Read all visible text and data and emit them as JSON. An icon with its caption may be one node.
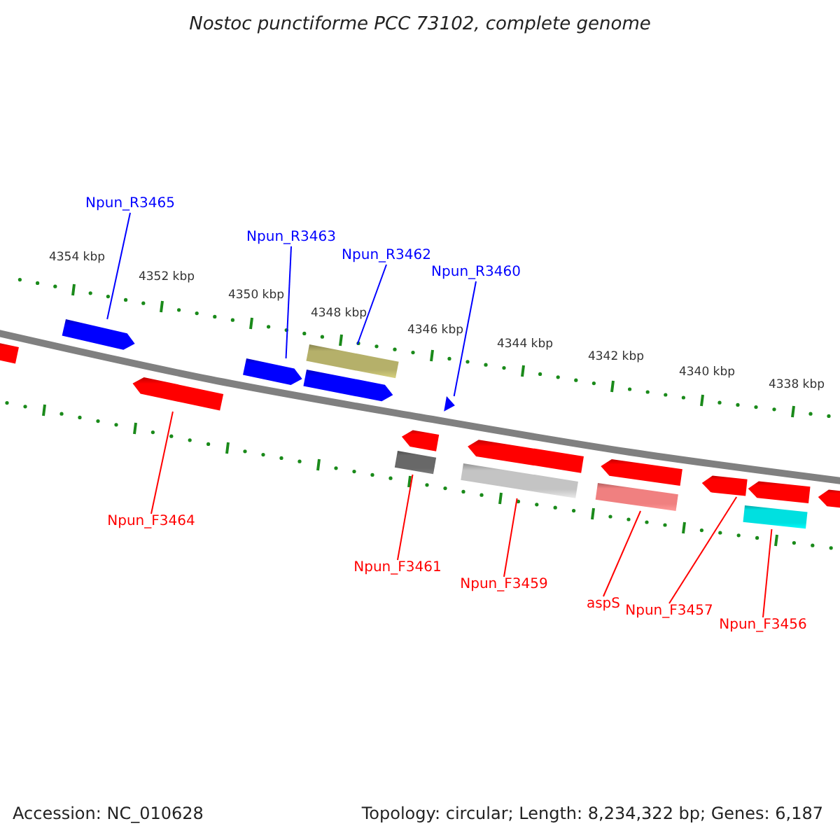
{
  "diagram": {
    "title": "Nostoc punctiforme PCC 73102, complete genome",
    "nodes": [
      {
        "text": [
          "Npun_R3465"
        ]
      },
      {
        "text": [
          "Npun_R3463"
        ]
      },
      {
        "text": [
          "Npun_R3462"
        ]
      },
      {
        "text": [
          "Npun_R3460"
        ]
      },
      {
        "text": [],
        "shape": "arrow"
      },
      {
        "text": [],
        "shape": "arrow"
      },
      {
        "text": [],
        "shape": "arrow"
      },
      {
        "text": [],
        "shape": "arrow"
      },
      {
        "text": [],
        "shape": "arrow"
      },
      {
        "text": [],
        "shape": "arrow"
      },
      {
        "text": [],
        "shape": "arrow"
      },
      {
        "text": [],
        "shape": "arrow"
      },
      {
        "text": [],
        "shape": "arrow"
      },
      {
        "text": [],
        "shape": "arrow"
      },
      {
        "text": [],
        "shape": "arrow"
      },
      {
        "text": [],
        "shape": "arrow"
      },
      {
        "text": [
          "Npun_F3464"
        ]
      },
      {
        "text": [
          "Npun_F3461"
        ]
      },
      {
        "text": [
          "Npun_F3459"
        ]
      },
      {
        "text": [
          "aspS"
        ]
      },
      {
        "text": [
          "Npun_F3457"
        ]
      },
      {
        "text": [
          "Npun_F3456"
        ]
      }
    ],
    "edges": [
      {
        "from": 0,
        "to": 5,
        "arrow": "none",
        "color": "#0000ff"
      },
      {
        "from": 1,
        "to": 7,
        "arrow": "none",
        "color": "#0000ff"
      },
      {
        "from": 2,
        "to": 8,
        "arrow": "none",
        "color": "#0000ff"
      },
      {
        "from": 3,
        "to": 10,
        "arrow": "none",
        "color": "#0000ff"
      },
      {
        "from": 16,
        "to": 6,
        "arrow": "none"
      },
      {
        "from": 17,
        "to": 9,
        "arrow": "none"
      },
      {
        "from": 18,
        "to": 11,
        "arrow": "none"
      },
      {
        "from": 19,
        "to": 12,
        "arrow": "none"
      },
      {
        "from": 20,
        "to": 13,
        "arrow": "none"
      },
      {
        "from": 21,
        "to": 14,
        "arrow": "none"
      }
    ],
    "labels": [
      "4354 kbp",
      "4352 kbp",
      "4350 kbp",
      "4348 kbp",
      "4346 kbp",
      "4344 kbp",
      "4342 kbp",
      "4340 kbp",
      "4338 kbp",
      "Accession: NC_010628",
      "Topology: circular; Length: 8,234,322 bp; Genes: 6,187"
    ]
  }
}
